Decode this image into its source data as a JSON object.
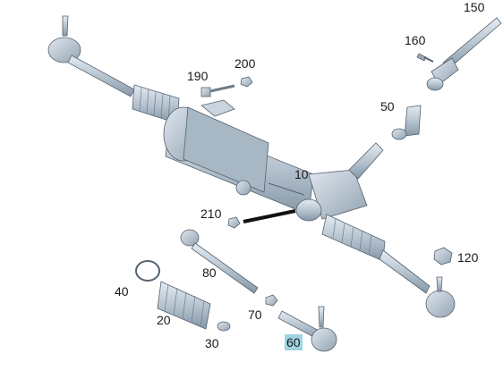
{
  "diagram": {
    "highlight_color": "#9fd3e3",
    "part_color": "#b9c7d3",
    "labels": {
      "p150": "150",
      "p160": "160",
      "p190": "190",
      "p200": "200",
      "p50": "50",
      "p10": "10",
      "p210": "210",
      "p120": "120",
      "p40": "40",
      "p80": "80",
      "p20": "20",
      "p70": "70",
      "p30": "30",
      "p60": "60"
    },
    "highlighted": "60"
  }
}
